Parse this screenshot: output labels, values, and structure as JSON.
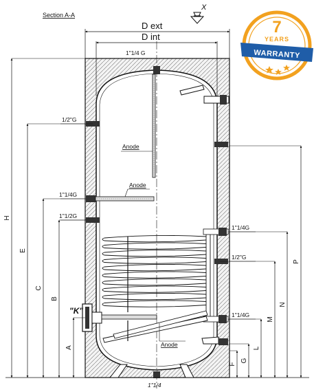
{
  "section_title": "Section A-A",
  "view_arrow": "X",
  "dims": {
    "d_ext": "D  ext",
    "d_int": "D  int",
    "h": "H",
    "e": "E",
    "c": "C",
    "b": "B",
    "a": "A",
    "p": "P",
    "n": "N",
    "m": "M",
    "l": "L",
    "g": "G",
    "f": "F"
  },
  "connections": {
    "top": "1\"1/4 G",
    "left_half_inch": "1/2\"G",
    "left_anode_port": "1\"1/4G",
    "left_coil_port": "1\"1/2G",
    "right_coil_top": "1\"1/4G",
    "right_half_inch": "1/2\"G",
    "right_coil_bottom": "1\"1/4G",
    "bottom": "1\"1/4"
  },
  "anode_labels": {
    "top": "Anode",
    "middle": "Anode",
    "bottom": "Anode"
  },
  "flange_label": "\"K\"",
  "badge": {
    "number": "7",
    "years": "YEARS",
    "warranty": "WARRANTY",
    "colors": {
      "ring": "#f2a11f",
      "ribbon": "#1f5da8",
      "star": "#f2a11f"
    }
  }
}
